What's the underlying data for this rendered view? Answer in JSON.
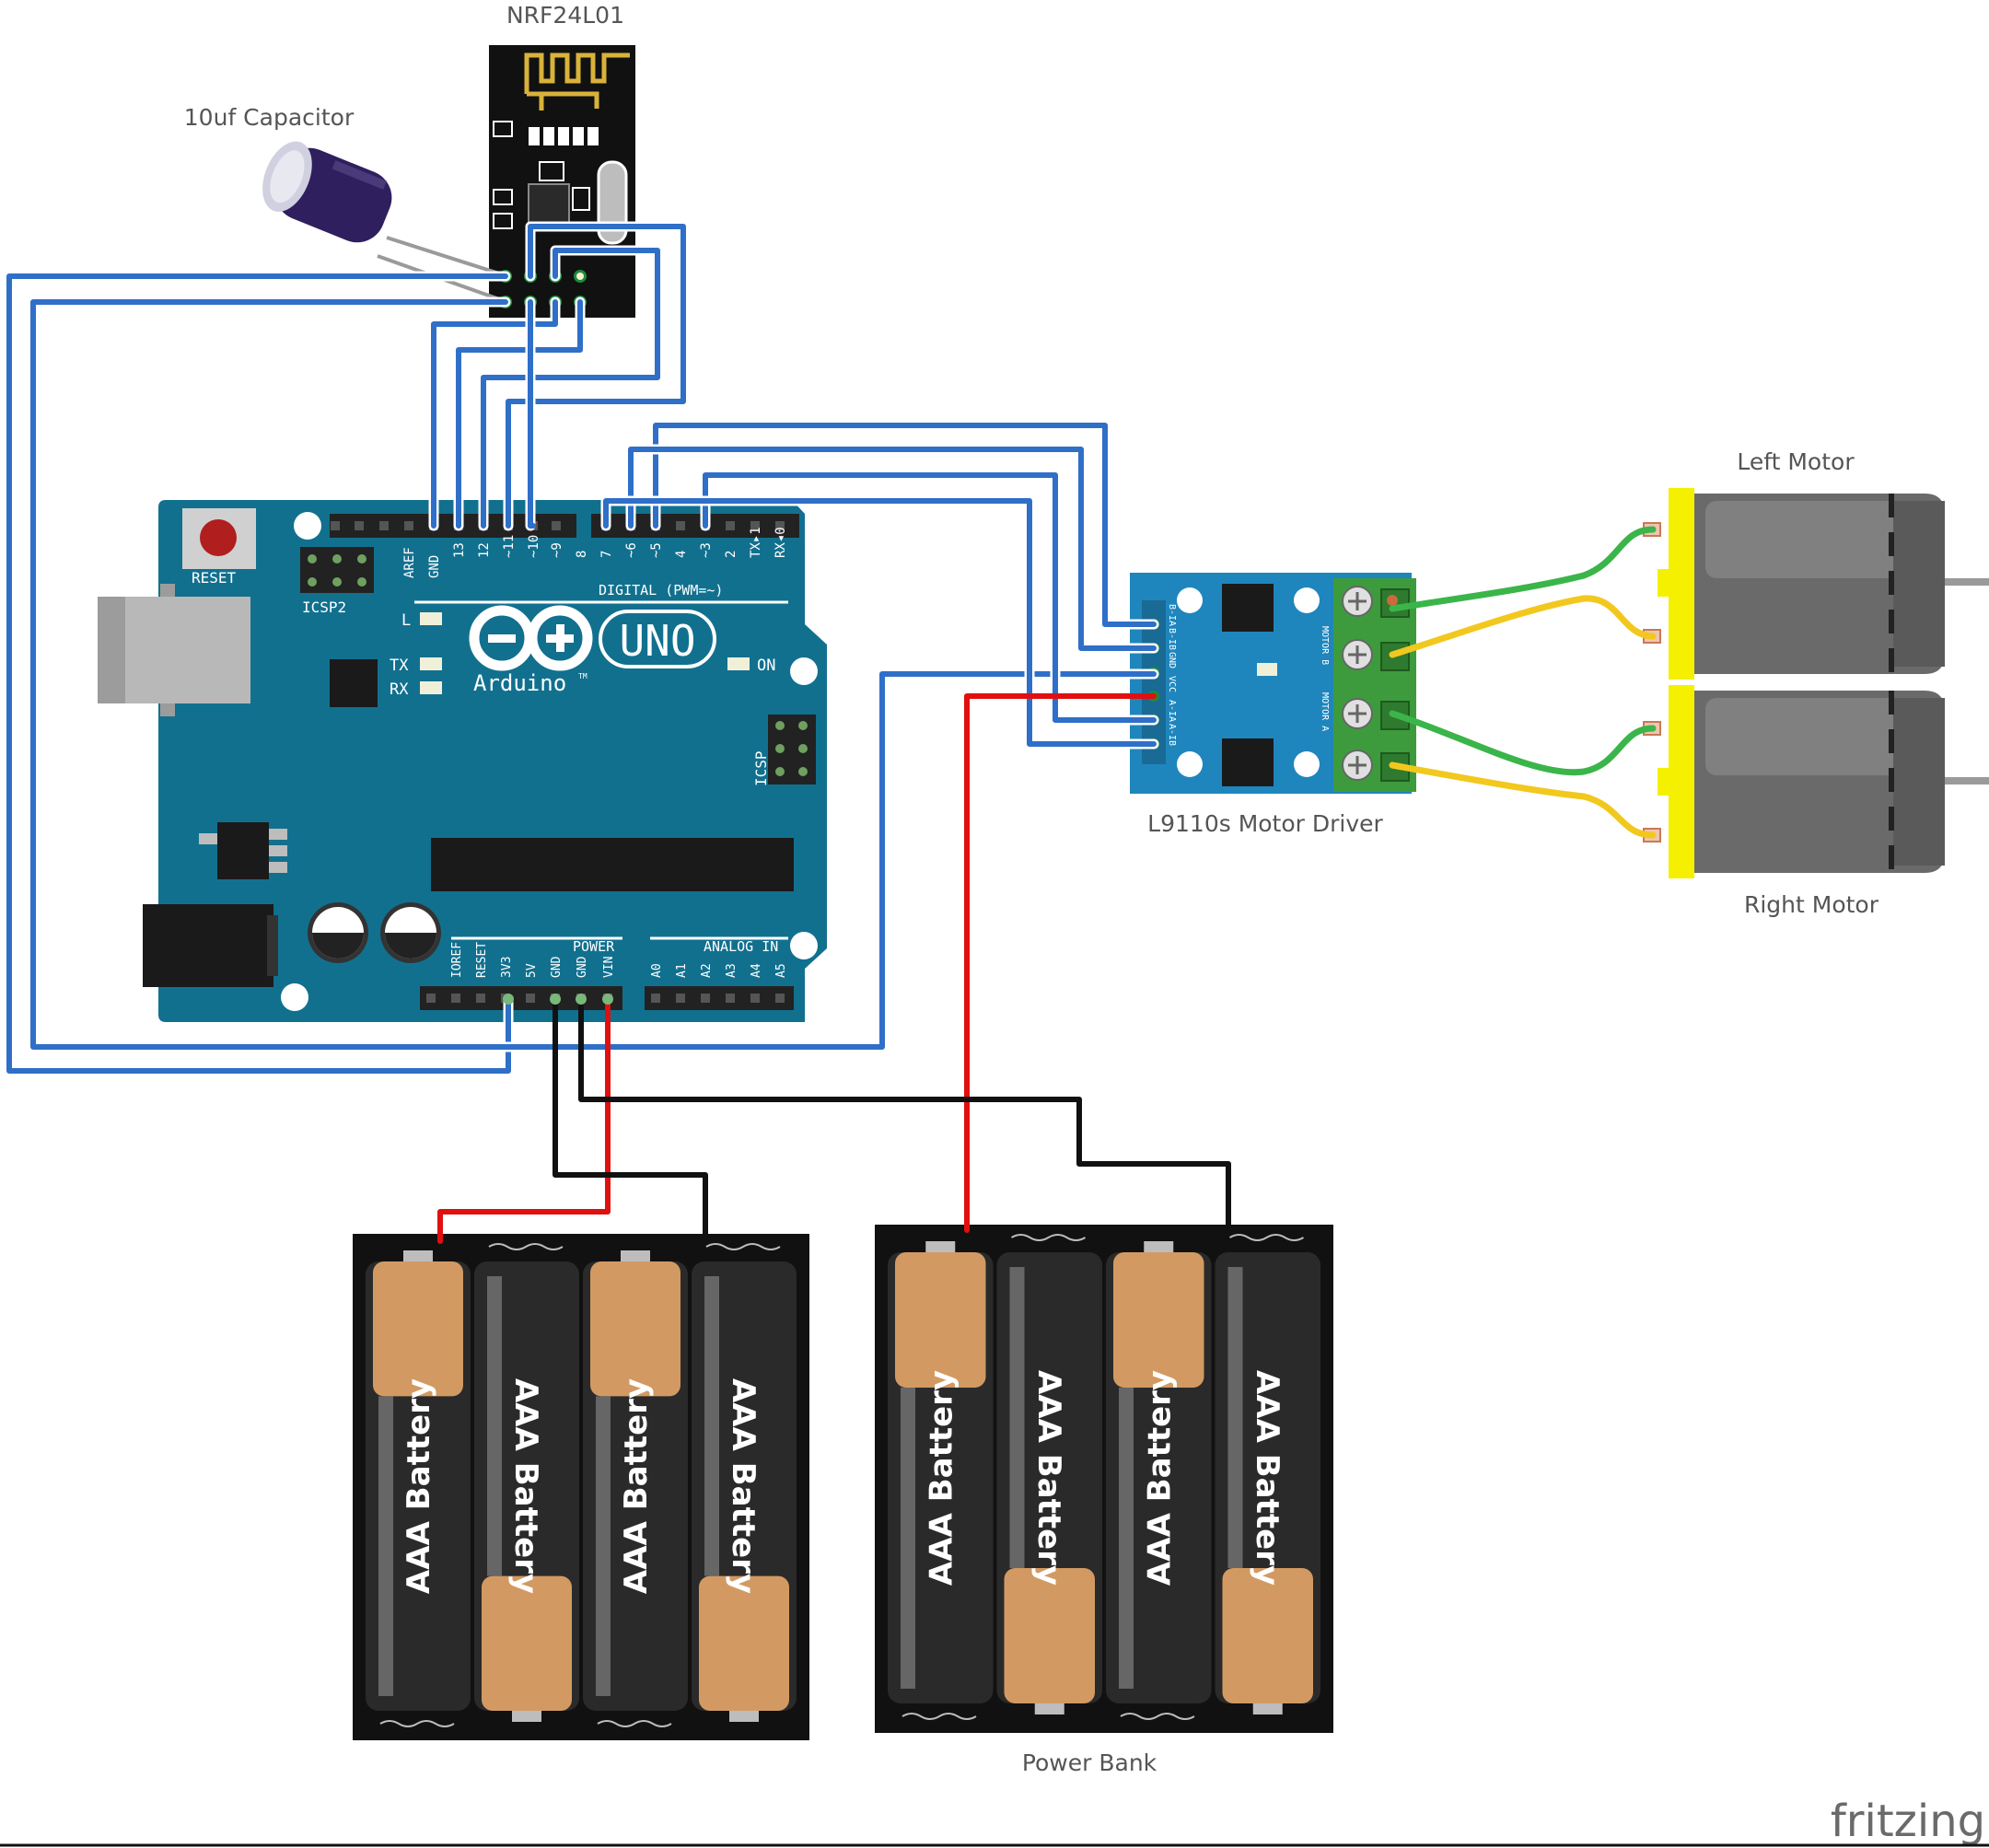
{
  "labels": {
    "nrf": "NRF24L01",
    "capacitor": "10uf Capacitor",
    "driver": "L9110s Motor Driver",
    "left_motor": "Left Motor",
    "right_motor": "Right Motor",
    "power_bank": "Power Bank",
    "watermark": "fritzing"
  },
  "arduino": {
    "reset": "RESET",
    "icsp2": "ICSP2",
    "icsp": "ICSP",
    "led_l": "L",
    "led_tx": "TX",
    "led_rx": "RX",
    "led_on": "ON",
    "uno": "UNO",
    "brand": "Arduino",
    "tm": "TM",
    "digital": "DIGITAL (PWM=~)",
    "power": "POWER",
    "analog": "ANALOG IN",
    "digital_pins": [
      "AREF",
      "GND",
      "13",
      "12",
      "~11",
      "~10",
      "~9",
      "8",
      "7",
      "~6",
      "~5",
      "4",
      "~3",
      "2",
      "TX▸1",
      "RX◂0"
    ],
    "power_pins": [
      "IOREF",
      "RESET",
      "3V3",
      "5V",
      "GND",
      "GND",
      "VIN"
    ],
    "analog_pins": [
      "A0",
      "A1",
      "A2",
      "A3",
      "A4",
      "A5"
    ]
  },
  "driver": {
    "pins": [
      "B-IA",
      "B-IB",
      "GND",
      "VCC",
      "A-IA",
      "A-IB"
    ],
    "motor_b": "MOTOR B",
    "motor_a": "MOTOR A"
  },
  "battery": {
    "cell_label": "AAA Battery"
  },
  "colors": {
    "wire_blue": "#2f6fc8",
    "wire_red": "#e01010",
    "wire_black": "#111111",
    "wire_green": "#3bb54a",
    "wire_yellow": "#f2c81e",
    "board": "#12708f",
    "driver_board": "#1f86bd",
    "terminal": "#3d9b3d",
    "motor_cap": "#f5f000",
    "motor_body": "#6a6a6a"
  }
}
